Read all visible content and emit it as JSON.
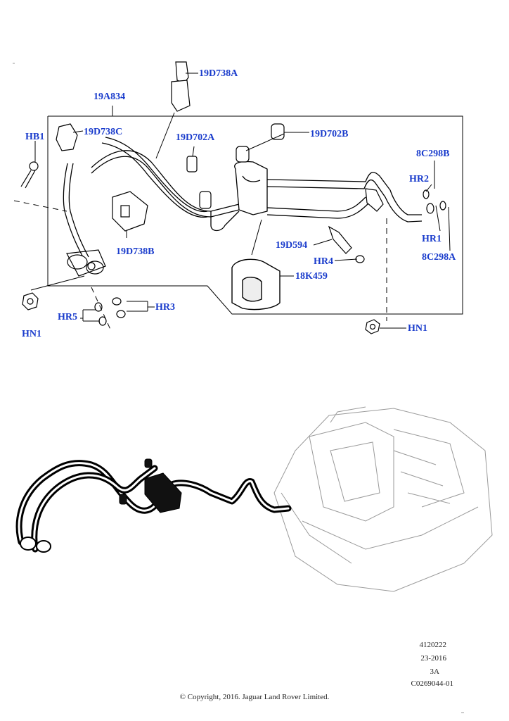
{
  "callouts": {
    "c19D738A": "19D738A",
    "c19A834": "19A834",
    "c19D738C": "19D738C",
    "cHB1": "HB1",
    "c19D702A": "19D702A",
    "c19D702B": "19D702B",
    "c8C298B": "8C298B",
    "cHR2": "HR2",
    "cHR1": "HR1",
    "c8C298A": "8C298A",
    "c19D738B": "19D738B",
    "c19D594": "19D594",
    "cHR4": "HR4",
    "c18K459": "18K459",
    "cHR3": "HR3",
    "cHR5": "HR5",
    "cHN1_left": "HN1",
    "cHN1_right": "HN1"
  },
  "footer": {
    "code1": "4120222",
    "date": "23-2016",
    "rev": "3A",
    "illustration_id": "C0269044-01",
    "copyright": "© Copyright, 2016. Jaguar Land Rover Limited."
  },
  "colors": {
    "callout_text": "#1a3ccc",
    "line_art": "#000000",
    "ghost_part": "#9a9a9a"
  },
  "icons": [
    "hose-assembly",
    "connector",
    "valve",
    "bracket",
    "nut",
    "bolt",
    "o-ring",
    "muffler",
    "hvac-unit"
  ]
}
